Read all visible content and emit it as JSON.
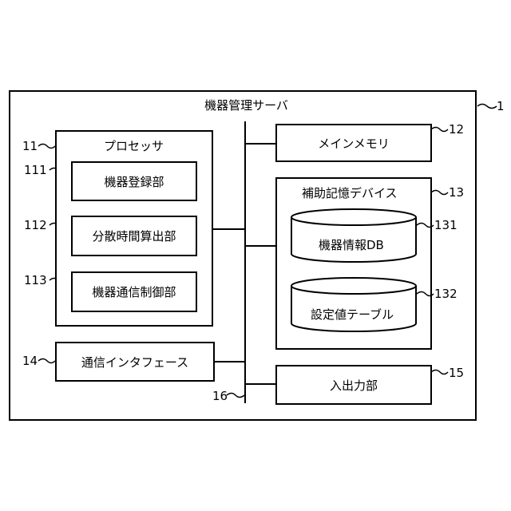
{
  "server": {
    "title": "機器管理サーバ",
    "ref": "1"
  },
  "processor": {
    "title": "プロセッサ",
    "ref": "11",
    "modules": [
      {
        "label": "機器登録部",
        "ref": "111"
      },
      {
        "label": "分散時間算出部",
        "ref": "112"
      },
      {
        "label": "機器通信制御部",
        "ref": "113"
      }
    ]
  },
  "main_memory": {
    "label": "メインメモリ",
    "ref": "12"
  },
  "storage": {
    "title": "補助記憶デバイス",
    "ref": "13",
    "databases": [
      {
        "label": "機器情報DB",
        "ref": "131"
      },
      {
        "label": "設定値テーブル",
        "ref": "132"
      }
    ]
  },
  "comm_interface": {
    "label": "通信インタフェース",
    "ref": "14"
  },
  "io_unit": {
    "label": "入出力部",
    "ref": "15"
  },
  "bus": {
    "ref": "16"
  }
}
